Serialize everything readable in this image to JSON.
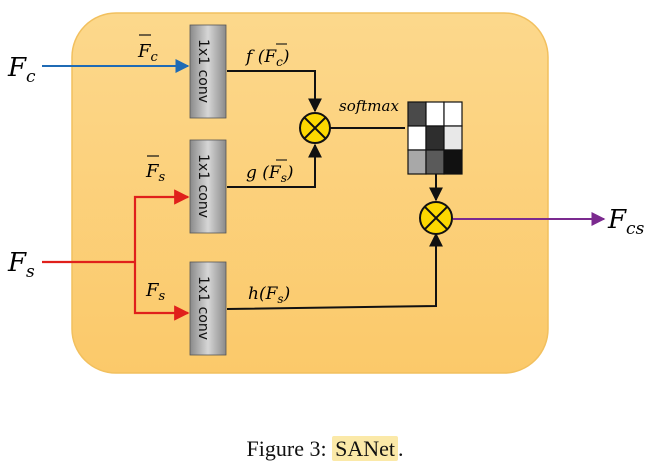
{
  "diagram": {
    "inputs": {
      "fc": {
        "main": "F",
        "sub": "c"
      },
      "fs": {
        "main": "F",
        "sub": "s"
      }
    },
    "output": {
      "main": "F",
      "sub": "cs"
    },
    "conv_label": "1x1 conv",
    "edge_labels": {
      "fc_bar": {
        "main": "F",
        "sub": "c"
      },
      "fs_bar": {
        "main": "F",
        "sub": "s"
      },
      "fs": {
        "main": "F",
        "sub": "s"
      },
      "f_out": {
        "pre": "f (",
        "main": "F",
        "sub": "c",
        "post": ")"
      },
      "g_out": {
        "pre": "g (",
        "main": "F",
        "sub": "s",
        "post": ")"
      },
      "h_out": {
        "pre": "h(",
        "main": "F",
        "sub": "s",
        "post": ")"
      }
    },
    "softmax_label": "softmax",
    "colors": {
      "box_fill": "#fcd27e",
      "box_stroke": "#f2c05e",
      "fc_arrow": "#1f6bb5",
      "fs_arrow": "#e0201b",
      "out_arrow": "#7b2a8f",
      "multiply_fill": "#fcd800"
    }
  },
  "caption": {
    "prefix": "Figure 3: ",
    "highlight": "SANet",
    "suffix": "."
  }
}
